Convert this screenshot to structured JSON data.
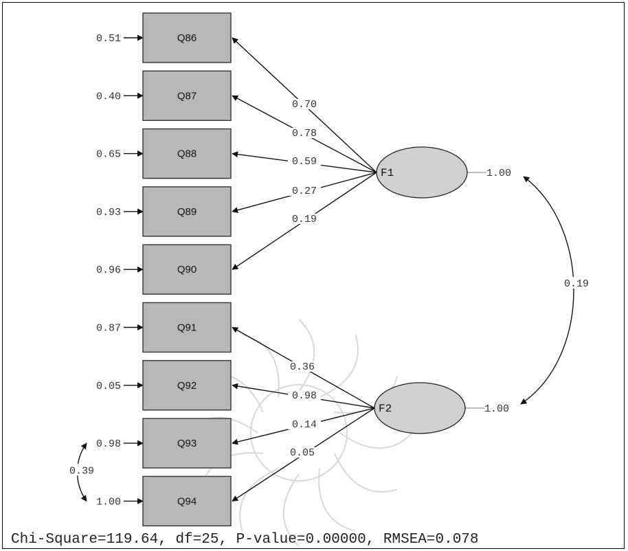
{
  "observed": [
    {
      "name": "Q86",
      "error": "0.51",
      "factor": "F1",
      "loading": "0.70"
    },
    {
      "name": "Q87",
      "error": "0.40",
      "factor": "F1",
      "loading": "0.78"
    },
    {
      "name": "Q88",
      "error": "0.65",
      "factor": "F1",
      "loading": "0.59"
    },
    {
      "name": "Q89",
      "error": "0.93",
      "factor": "F1",
      "loading": "0.27"
    },
    {
      "name": "Q90",
      "error": "0.96",
      "factor": "F1",
      "loading": "0.19"
    },
    {
      "name": "Q91",
      "error": "0.87",
      "factor": "F2",
      "loading": "0.36"
    },
    {
      "name": "Q92",
      "error": "0.05",
      "factor": "F2",
      "loading": "0.98"
    },
    {
      "name": "Q93",
      "error": "0.98",
      "factor": "F2",
      "loading": "0.14"
    },
    {
      "name": "Q94",
      "error": "1.00",
      "factor": "F2",
      "loading": "0.05"
    }
  ],
  "factors": [
    {
      "name": "F1",
      "variance": "1.00"
    },
    {
      "name": "F2",
      "variance": "1.00"
    }
  ],
  "factor_covariance": "0.19",
  "error_covariance": {
    "between": [
      "Q93",
      "Q94"
    ],
    "value": "0.39"
  },
  "fit_stats": "Chi-Square=119.64, df=25, P-value=0.00000, RMSEA=0.078",
  "colors": {
    "box_fill": "#b8b8b8",
    "ellipse_fill": "#d0d0d0"
  }
}
